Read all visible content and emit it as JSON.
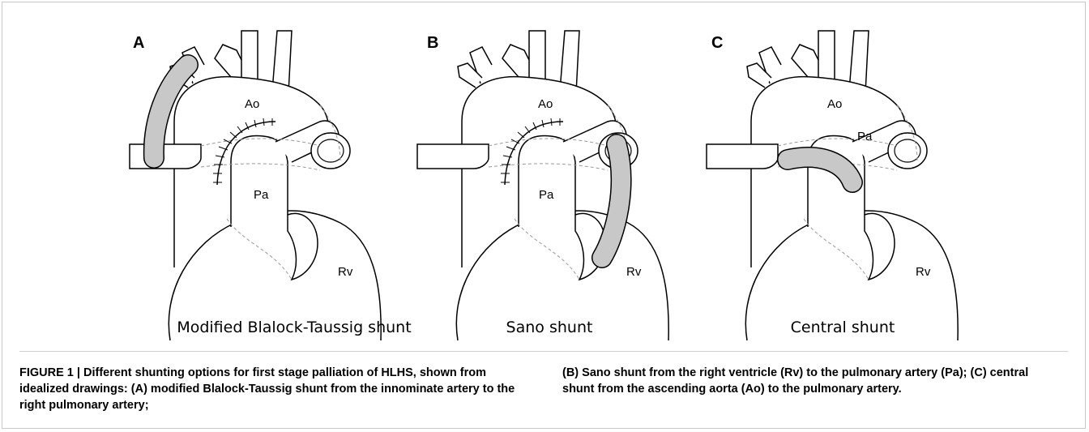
{
  "figure": {
    "panels": [
      {
        "letter": "A",
        "aorta_label": "Ao",
        "pa_label": "Pa",
        "rv_label": "Rv",
        "title": "Modified Blalock-Taussig shunt"
      },
      {
        "letter": "B",
        "aorta_label": "Ao",
        "pa_label": "Pa",
        "rv_label": "Rv",
        "title": "Sano shunt"
      },
      {
        "letter": "C",
        "aorta_label": "Ao",
        "pa_label": "Pa",
        "rv_label": "Rv",
        "title": "Central shunt"
      }
    ],
    "caption_left": "FIGURE 1 | Different shunting options for first stage palliation of HLHS, shown from idealized drawings: (A) modified Blalock-Taussig shunt from the innominate artery to the right pulmonary artery;",
    "caption_right": "(B) Sano shunt from the right ventricle (Rv) to the pulmonary artery (Pa); (C) central shunt from the ascending aorta (Ao) to the pulmonary artery.",
    "colors": {
      "shunt_fill": "#c8c8c8",
      "outline": "#000000",
      "hidden": "#999999"
    }
  }
}
